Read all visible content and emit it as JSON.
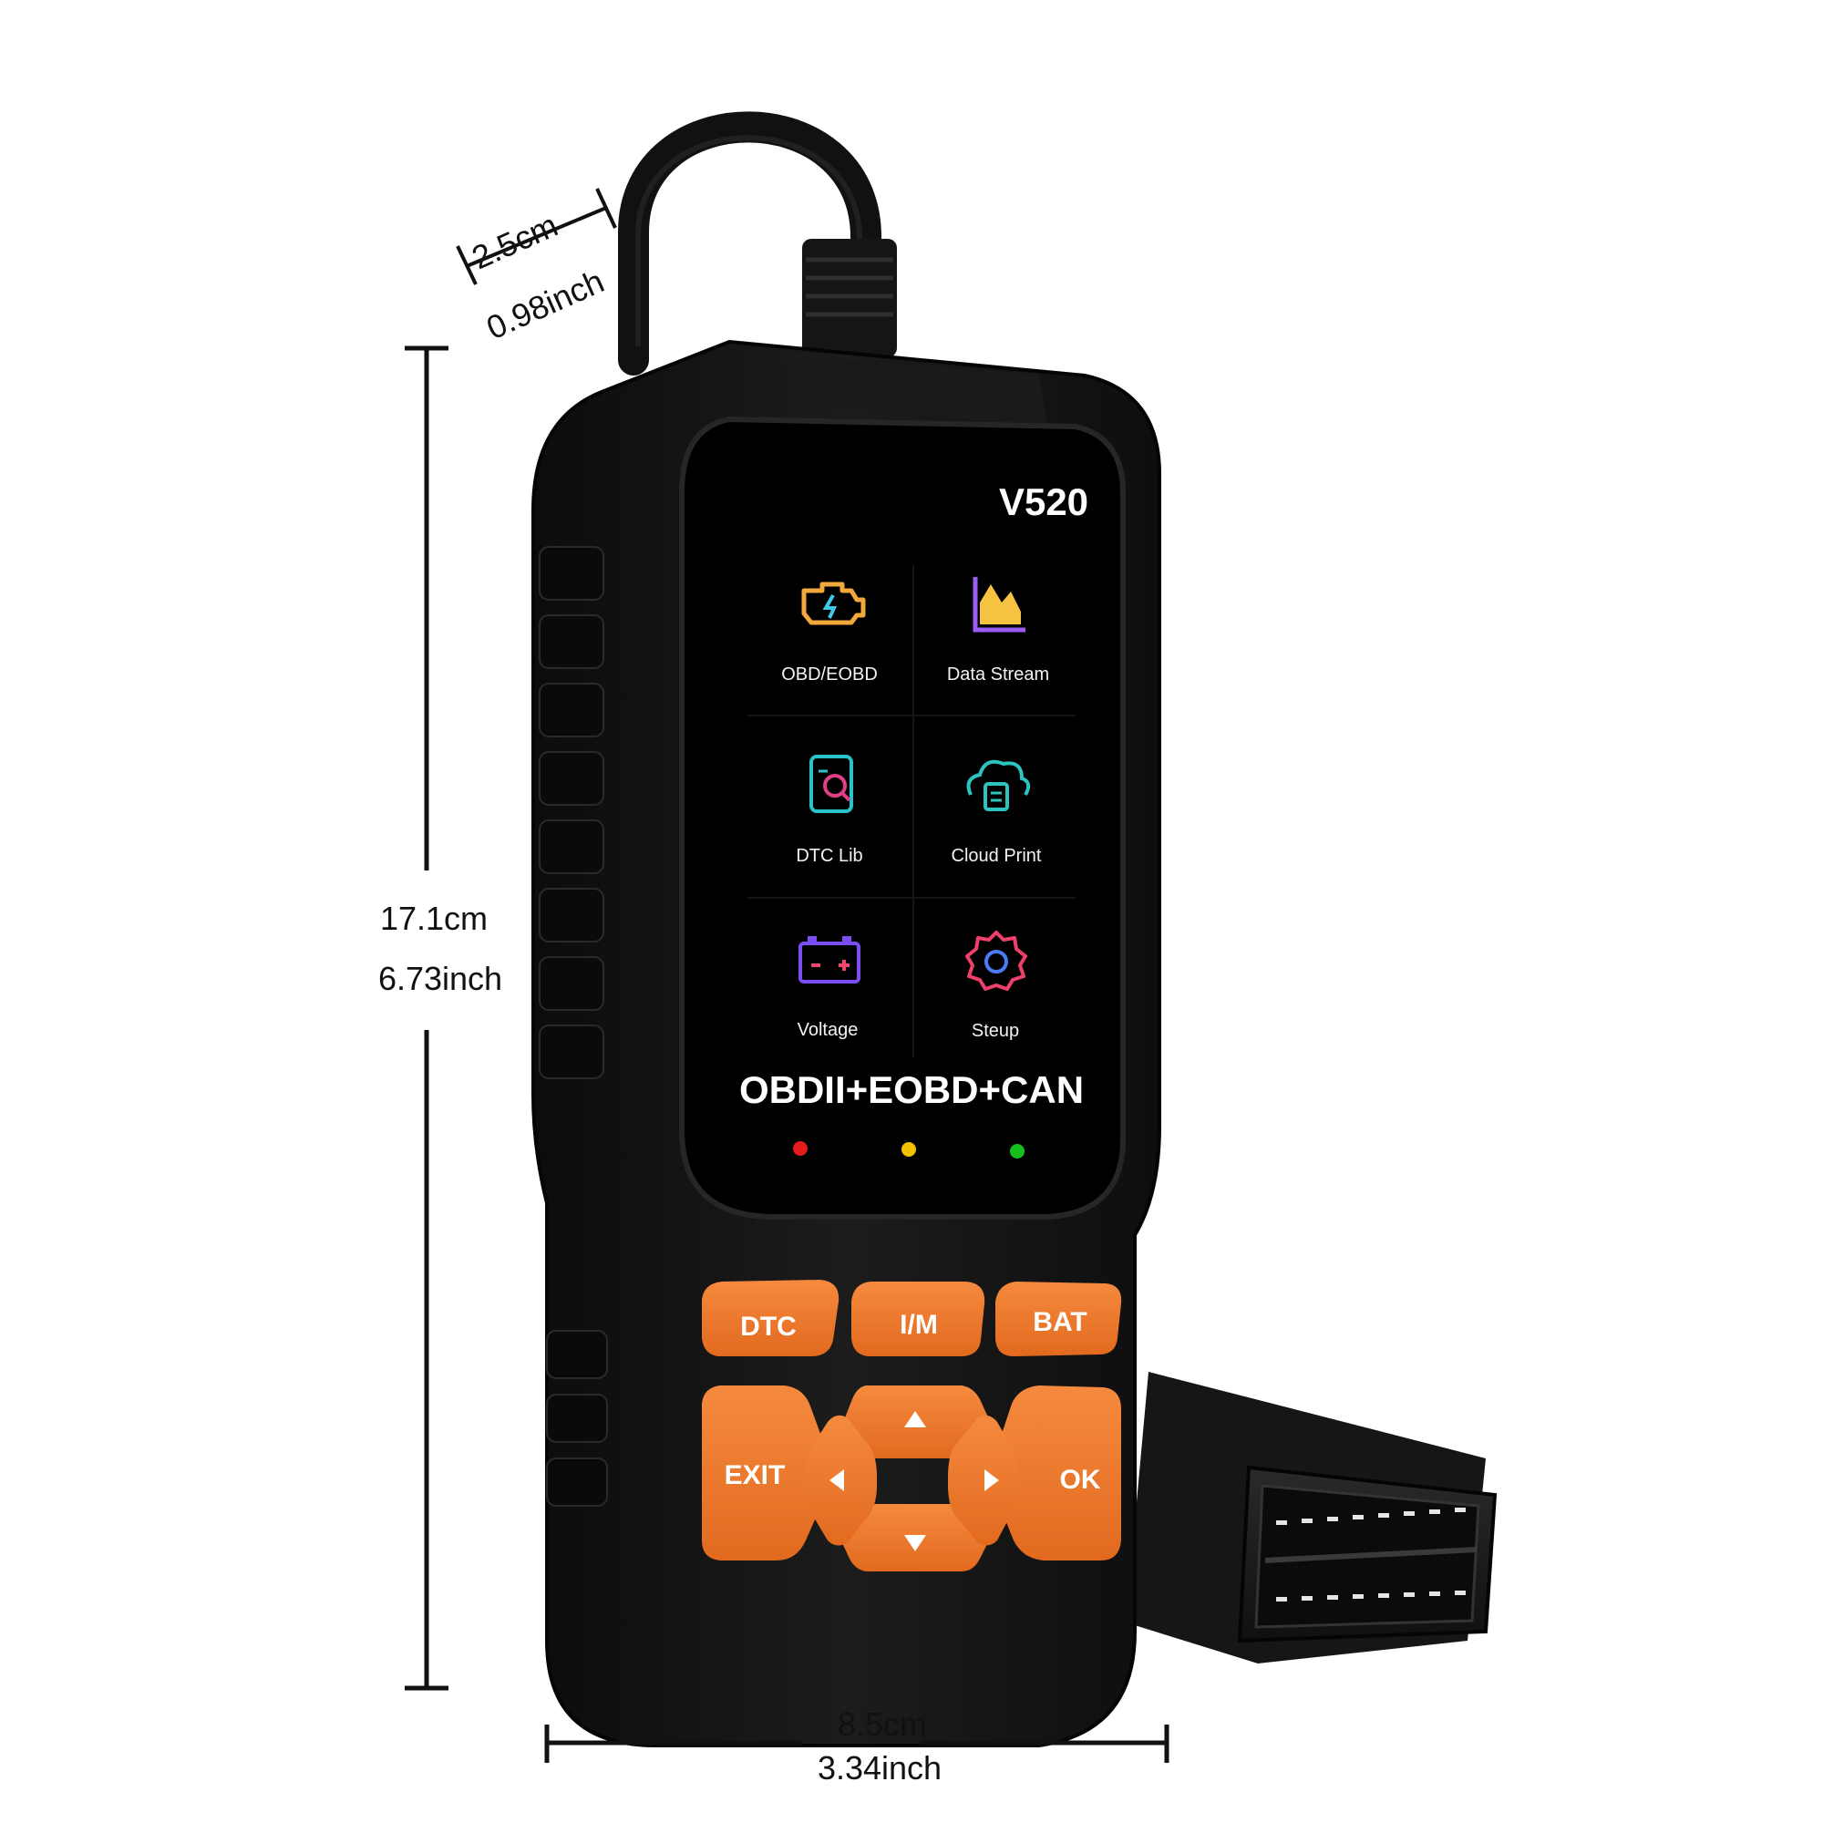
{
  "device": {
    "model": "V520",
    "protocol_banner": "OBDII+EOBD+CAN",
    "apps": [
      {
        "label": "OBD/EOBD",
        "icon": "engine-check-icon"
      },
      {
        "label": "Data Stream",
        "icon": "area-chart-icon"
      },
      {
        "label": "DTC Lib",
        "icon": "document-search-icon"
      },
      {
        "label": "Cloud Print",
        "icon": "cloud-print-icon"
      },
      {
        "label": "Voltage",
        "icon": "battery-icon"
      },
      {
        "label": "Steup",
        "icon": "gear-icon"
      }
    ],
    "status_leds": [
      "#e31b1b",
      "#f2c100",
      "#16c01c"
    ],
    "buttons": {
      "dtc": "DTC",
      "im": "I/M",
      "bat": "BAT",
      "exit": "EXIT",
      "ok": "OK"
    },
    "colors": {
      "body": "#141414",
      "screen": "#000000",
      "button_orange": "#ee7429"
    }
  },
  "dimensions": {
    "depth": {
      "metric": "2.5cm",
      "imperial": "0.98inch"
    },
    "height": {
      "metric": "17.1cm",
      "imperial": "6.73inch"
    },
    "width": {
      "metric": "8.5cm",
      "imperial": "3.34inch"
    }
  }
}
